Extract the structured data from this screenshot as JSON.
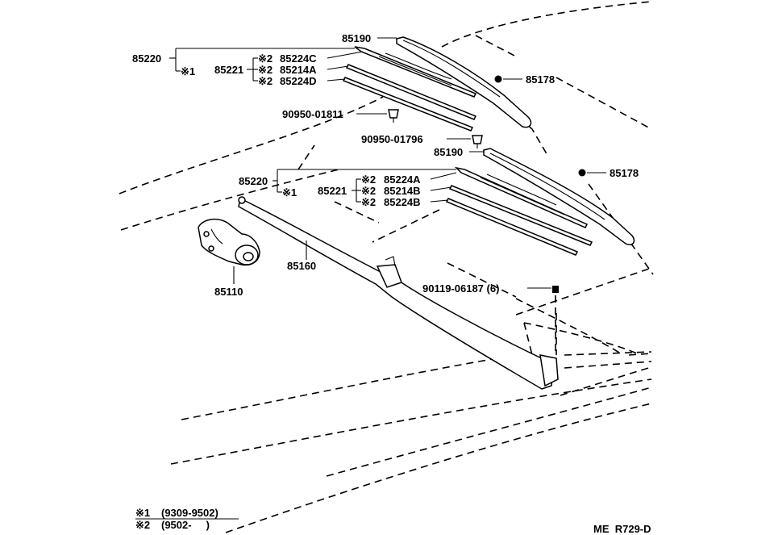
{
  "labels": {
    "arm_upper": "85190",
    "arm_lower": "85190",
    "wiper_assy_upper": "85220",
    "wiper_assy_lower": "85220",
    "blade_upper": "85221",
    "blade_lower": "85221",
    "mark1_upper": "※1",
    "mark1_lower": "※1",
    "upper_blade_parts": [
      {
        "mark": "※2",
        "part": "85224C"
      },
      {
        "mark": "※2",
        "part": "85214A"
      },
      {
        "mark": "※2",
        "part": "85224D"
      }
    ],
    "lower_blade_parts": [
      {
        "mark": "※2",
        "part": "85224A"
      },
      {
        "mark": "※2",
        "part": "85214B"
      },
      {
        "mark": "※2",
        "part": "85224B"
      }
    ],
    "cap_upper": "85178",
    "cap_lower": "85178",
    "clip_a": "90950-01811",
    "clip_b": "90950-01796",
    "link": "85160",
    "motor": "85110",
    "bolt": "90119-06187 (6)"
  },
  "legend": [
    {
      "mark": "※1",
      "range": "(9309-9502)"
    },
    {
      "mark": "※2",
      "range": "(9502-     )"
    }
  ],
  "diagram_code": "ME  R729-D"
}
